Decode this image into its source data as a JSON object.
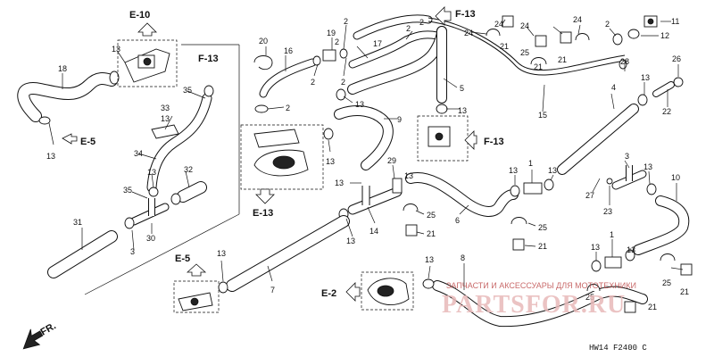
{
  "diagram": {
    "title": "",
    "watermark": {
      "text": "ЗАПЧАСТИ И АКСЕССУАРЫ ДЛЯ МОТОТЕХНИКИ",
      "logo": "PARTSFOR.RU"
    },
    "drawing_code": "HW14  F2400 C",
    "direction_label": "FR.",
    "refs": {
      "e10": "E-10",
      "e5a": "E-5",
      "e5b": "E-5",
      "f13a": "F-13",
      "f13b": "F-13",
      "f13c": "F-13",
      "e13": "E-13",
      "e2": "E-2"
    },
    "callouts": [
      "1",
      "2",
      "3",
      "4",
      "5",
      "6",
      "7",
      "8",
      "9",
      "10",
      "11",
      "12",
      "13",
      "14",
      "15",
      "16",
      "17",
      "18",
      "19",
      "20",
      "21",
      "22",
      "23",
      "24",
      "25",
      "26",
      "27",
      "28",
      "29",
      "30",
      "31",
      "32",
      "33",
      "34",
      "35"
    ]
  }
}
